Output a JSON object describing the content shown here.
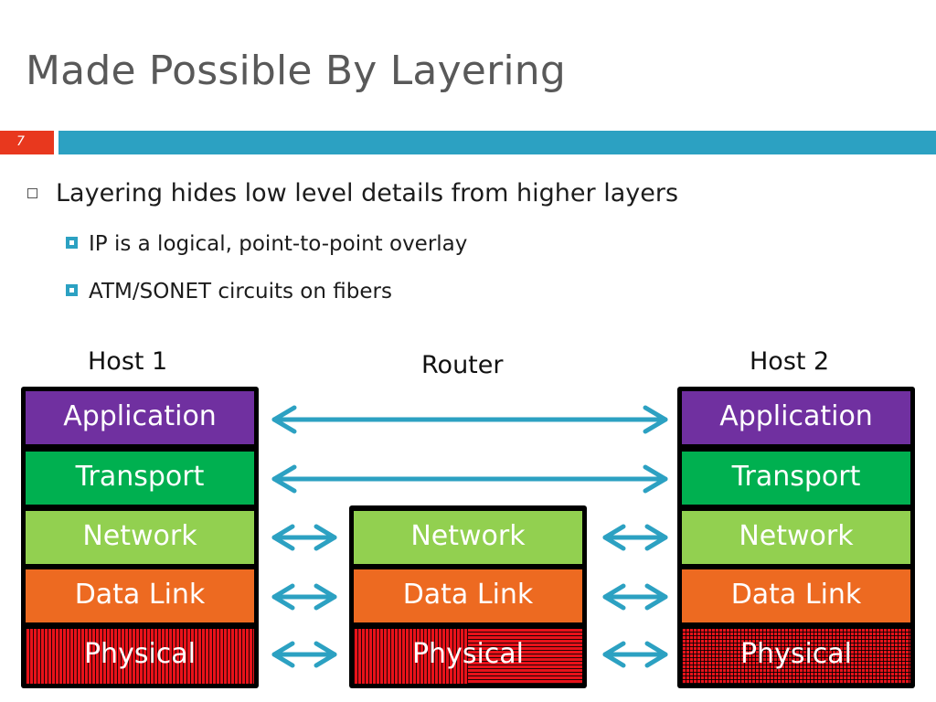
{
  "slide": {
    "title": "Made Possible By Layering",
    "number": "7"
  },
  "bullets": {
    "main": "Layering hides low level details from higher layers",
    "sub": [
      "IP is a logical, point-to-point overlay",
      "ATM/SONET circuits on fibers"
    ]
  },
  "diagram": {
    "host1": {
      "label": "Host 1",
      "layers": [
        "Application",
        "Transport",
        "Network",
        "Data Link",
        "Physical"
      ]
    },
    "router": {
      "label": "Router",
      "layers": [
        "Network",
        "Data Link",
        "Physical"
      ]
    },
    "host2": {
      "label": "Host 2",
      "layers": [
        "Application",
        "Transport",
        "Network",
        "Data Link",
        "Physical"
      ]
    }
  },
  "colors": {
    "title_text": "#595959",
    "accent_bar": "#2ca1c2",
    "slide_number_bg": "#e8381e",
    "arrow": "#2ca1c2",
    "application": "#7030a0",
    "transport": "#00b050",
    "network": "#92d050",
    "data_link": "#ed6a21",
    "physical": "#e8121a"
  }
}
